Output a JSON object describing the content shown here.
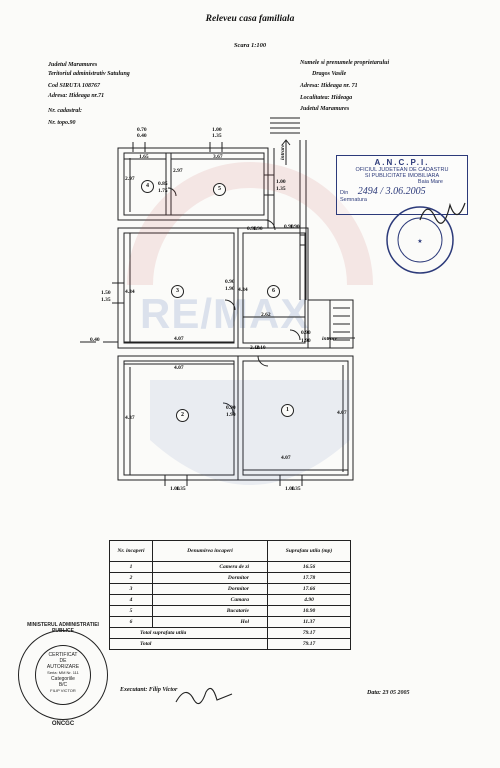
{
  "doc": {
    "title": "Releveu  casa familiala",
    "scale": "Scara 1:100",
    "left_header": [
      "Judetul Maramures",
      "Teritoriul administrativ Satulung",
      "Cod SIRUTA   108767",
      "Adresa: Hideaga   nr.71",
      "Nr. cadastral:",
      "Nr. topo.90"
    ],
    "right_header": [
      "Numele si prenumele proprietarului",
      "Dragos  Vasile",
      "Adresa: Hideaga nr. 71",
      "Localitatea: Hideaga",
      "Judetul Maramures"
    ]
  },
  "plan": {
    "entrance_top": "intrare",
    "entrance_side": "intrare",
    "rooms": [
      "1",
      "2",
      "3",
      "4",
      "5",
      "6"
    ],
    "dims": {
      "d070": "0.70",
      "d040": "0.40",
      "d100": "1.00",
      "d135a": "1.35",
      "d165": "1.65",
      "d367": "3.67",
      "d297a": "2.97",
      "d297b": "2.97",
      "d085": "0.85",
      "d175": "1.75",
      "d100b": "1.00",
      "d135b": "1.35",
      "d090a": "0.90",
      "d190a": "1.90",
      "d090b": "0.90",
      "d190b": "1.90",
      "d150": "1.50",
      "d135c": "1.35",
      "d434a": "4.34",
      "d434b": "4.34",
      "d090c": "0.90",
      "d190c": "1.90",
      "d262": "2.62",
      "d090d": "0.90",
      "d190d": "1.90",
      "d040b": "0.40",
      "d407a": "4.07",
      "d210a": "2.10",
      "d210b": "2.10",
      "d407b": "4.07",
      "d437": "4.37",
      "d090e": "0.90",
      "d190e": "1.90",
      "d407c": "4.07",
      "d407d": "4.07",
      "d100c": "1.00",
      "d135d": "1.35",
      "d100d": "1.00",
      "d135e": "1.35"
    }
  },
  "stamp": {
    "title": "A.N.C.P.I.",
    "line1": "OFICIUL JUDETEAN DE CADASTRU",
    "line2": "SI PUBLICITATE IMOBILIARA",
    "line3": "Baia Mare",
    "din_label": "Din",
    "din_value": "2494 / 3.06.2005",
    "semnatura": "Semnatura"
  },
  "round_stamp": {
    "outer": "MINISTERUL ADMINISTRATIEI PUBLICE",
    "lines": [
      "CERTIFICAT",
      "DE",
      "AUTORIZARE",
      "Seria: MM Nr. 111",
      "Categoriile",
      "B/C",
      "FILIP VICTOR"
    ],
    "bottom": "ONCGC"
  },
  "watermark": "RE/MAX",
  "table": {
    "headers": [
      "Nr. incaperi",
      "Denumirea incaperi",
      "Suprafata utila (mp)"
    ],
    "rows": [
      {
        "nr": "1",
        "name": "Camera de zi",
        "area": "16.56"
      },
      {
        "nr": "2",
        "name": "Dormitor",
        "area": "17.78"
      },
      {
        "nr": "3",
        "name": "Dormitor",
        "area": "17.66"
      },
      {
        "nr": "4",
        "name": "Camara",
        "area": "4.90"
      },
      {
        "nr": "5",
        "name": "Bucatarie",
        "area": "10.90"
      },
      {
        "nr": "6",
        "name": "Hol",
        "area": "11.37"
      }
    ],
    "total_util_label": "Total suprafata utila",
    "total_util": "79.17",
    "total_label": "Total",
    "total": "79.17"
  },
  "footer": {
    "executant": "Executant: Filip Victor",
    "data": "Data: 23  05  2005"
  }
}
